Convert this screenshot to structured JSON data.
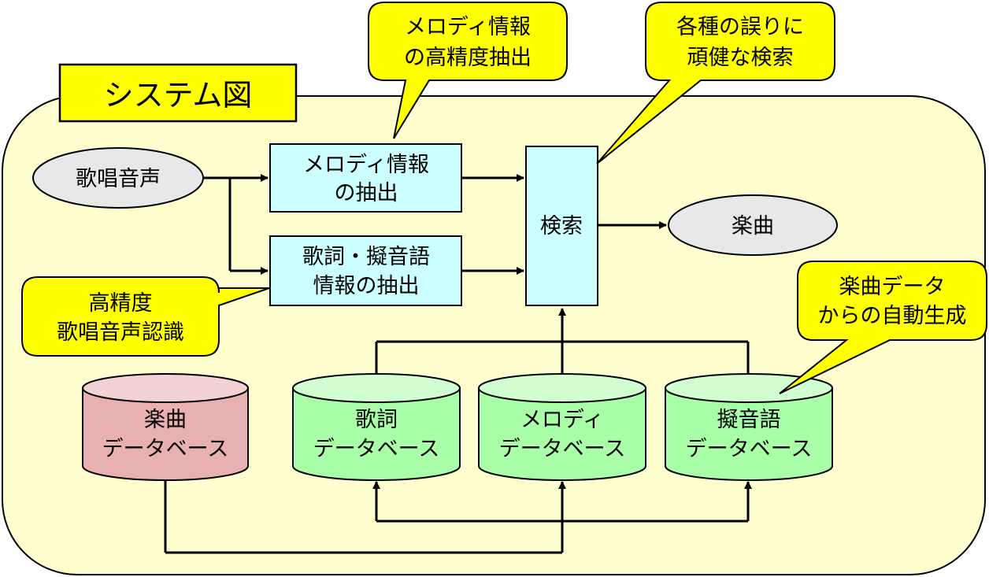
{
  "title": "システム図",
  "inputs": {
    "singing_voice": "歌唱音声"
  },
  "processes": {
    "melody_extraction": [
      "メロディ情報",
      "の抽出"
    ],
    "lyrics_extraction": [
      "歌詞・擬音語",
      "情報の抽出"
    ],
    "search": "検索"
  },
  "outputs": {
    "music": "楽曲"
  },
  "databases": {
    "music_db": [
      "楽曲",
      "データベース"
    ],
    "lyrics_db": [
      "歌詞",
      "データベース"
    ],
    "melody_db": [
      "メロディ",
      "データベース"
    ],
    "onomatopoeia_db": [
      "擬音語",
      "データベース"
    ]
  },
  "callouts": {
    "melody_precision": [
      "メロディ情報",
      "の高精度抽出"
    ],
    "robust_search": [
      "各種の誤りに",
      "頑健な検索"
    ],
    "speech_recognition": [
      "高精度",
      "歌唱音声認識"
    ],
    "auto_generation": [
      "楽曲データ",
      "からの自動生成"
    ]
  },
  "colors": {
    "system_bg": "#FFFFD0",
    "title_bg": "#FFFF00",
    "process_box": "#CCFFFF",
    "ellipse": "#E8E8E8",
    "callout": "#FFFF00",
    "music_db_fill": "#E8B0B0",
    "music_db_top": "#F2D2D2",
    "db_fill": "#A8FFA8",
    "db_top": "#D2FFD2"
  }
}
